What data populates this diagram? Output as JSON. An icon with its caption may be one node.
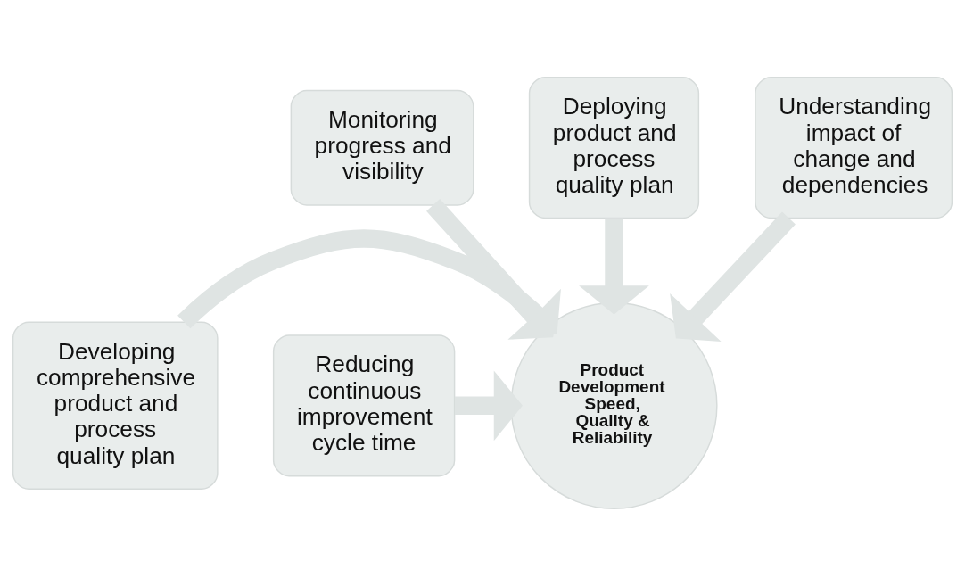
{
  "diagram": {
    "nodes": [
      {
        "text": [
          "Monitoring progress and visibility"
        ]
      },
      {
        "text": [
          "Deploying product and process quality plan"
        ]
      },
      {
        "text": [
          "Understanding impact of change and dependencies"
        ]
      },
      {
        "text": [
          "Developing comprehensive product and process quality plan"
        ]
      },
      {
        "text": [
          "Product Development Speed, Quality & Reliability"
        ]
      },
      {
        "text": [
          "Reducing continuous improvement cycle time"
        ]
      }
    ],
    "edges": [
      {
        "from": 0,
        "to": 4,
        "arrow": "to"
      },
      {
        "from": 1,
        "to": 4,
        "arrow": "to"
      },
      {
        "from": 2,
        "to": 4,
        "arrow": "to"
      },
      {
        "from": 3,
        "to": 4,
        "arrow": "to"
      },
      {
        "from": 5,
        "to": 4,
        "arrow": "to"
      }
    ]
  }
}
